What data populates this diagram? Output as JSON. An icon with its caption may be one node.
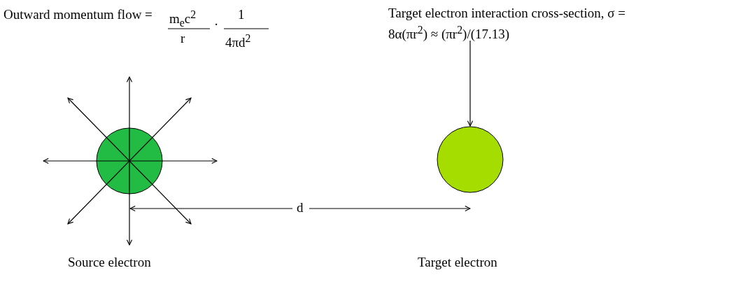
{
  "diagram": {
    "nodes": [
      {
        "text": [],
        "shape": "circle"
      },
      {
        "text": [],
        "shape": "circle"
      },
      {
        "text": [
          "Target electron interaction cross-section, σ = 8α(πr$^{2}$) ≈ (πr$^{2}$)/(17.13)"
        ]
      }
    ],
    "edges": [
      {
        "from": 2,
        "to": 1,
        "arrow": "to"
      }
    ],
    "labels": [
      "Outward momentum flow =",
      "m$_{e}$c$^{2}$",
      "r",
      "·",
      "1",
      "4πd$^{2}$",
      "d",
      "Source electron",
      "Target electron"
    ]
  }
}
